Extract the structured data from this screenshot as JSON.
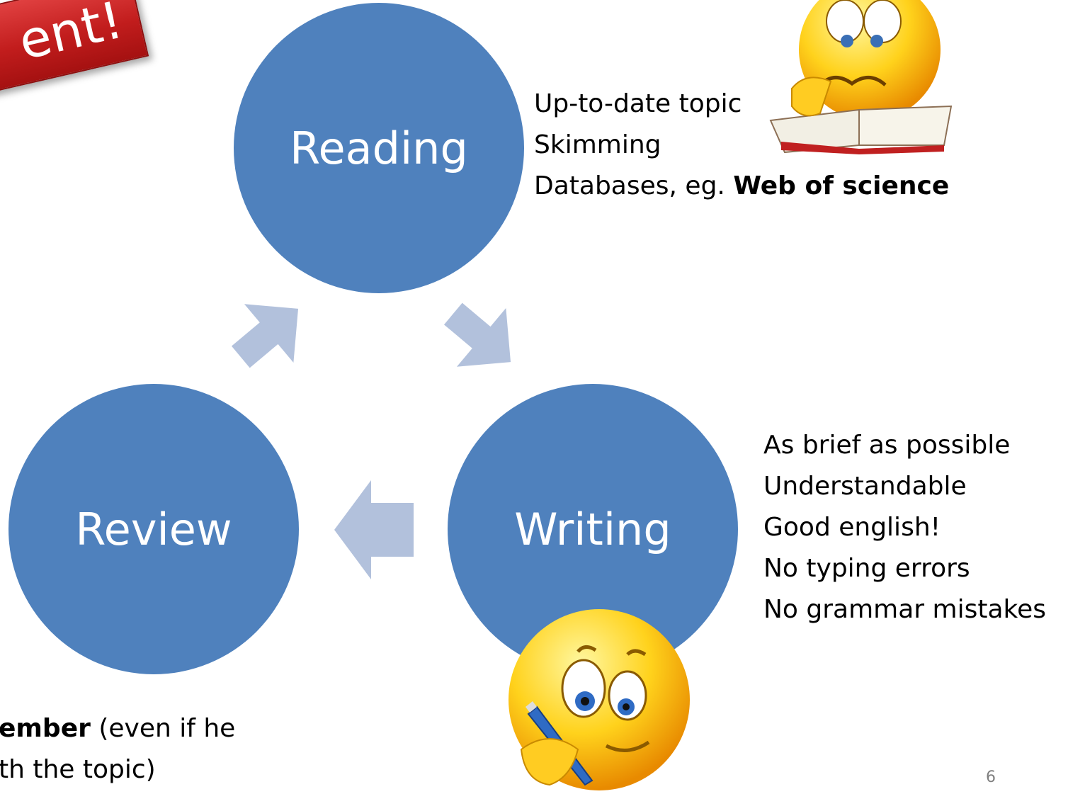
{
  "banner": {
    "text": "ent!"
  },
  "cycle": {
    "reading": "Reading",
    "writing": "Writing",
    "review": "Review"
  },
  "reading_notes": {
    "line1": "Up-to-date topic",
    "line2": "Skimming",
    "line3_prefix": "Databases, eg. ",
    "line3_bold": "Web of science"
  },
  "writing_notes": [
    "As brief as possible",
    "Understandable",
    "Good english!",
    "No typing errors",
    "No grammar mistakes"
  ],
  "review_notes": {
    "line1_bold": "ember",
    "line1_rest": " (even if he",
    "line2": "th the topic)"
  },
  "page_number": "6",
  "colors": {
    "circle": "#4f81bd",
    "arrow": "#b2c1dc",
    "banner": "#c21d1d"
  },
  "icons": [
    "confused-reading-emoji-icon",
    "writing-emoji-icon"
  ]
}
